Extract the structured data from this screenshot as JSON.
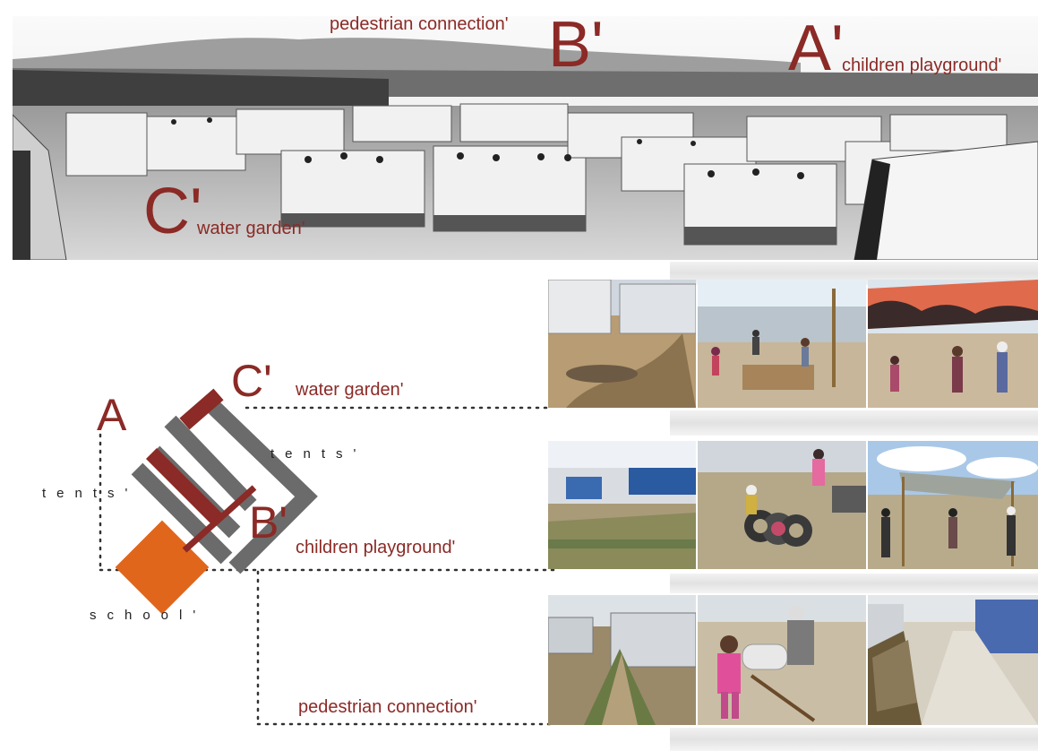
{
  "panorama": {
    "labels": {
      "pedestrian_connection": "pedestrian connection'",
      "b_prime": "B'",
      "a_prime": "A'",
      "children_playground": "children playground'",
      "c_prime": "C'",
      "water_garden": "water garden'"
    }
  },
  "plan": {
    "letter_a": "A",
    "letter_c_prime": "C'",
    "letter_b_prime": "B'",
    "tents_left": "tents'",
    "tents_right": "tents'",
    "school": "school'",
    "water_garden": "water garden'",
    "children_playground": "children playground'",
    "pedestrian_connection": "pedestrian connection'"
  },
  "colors": {
    "accent": "#8b2a26",
    "school": "#e0661b",
    "tent_bar": "#6b6b6b"
  }
}
